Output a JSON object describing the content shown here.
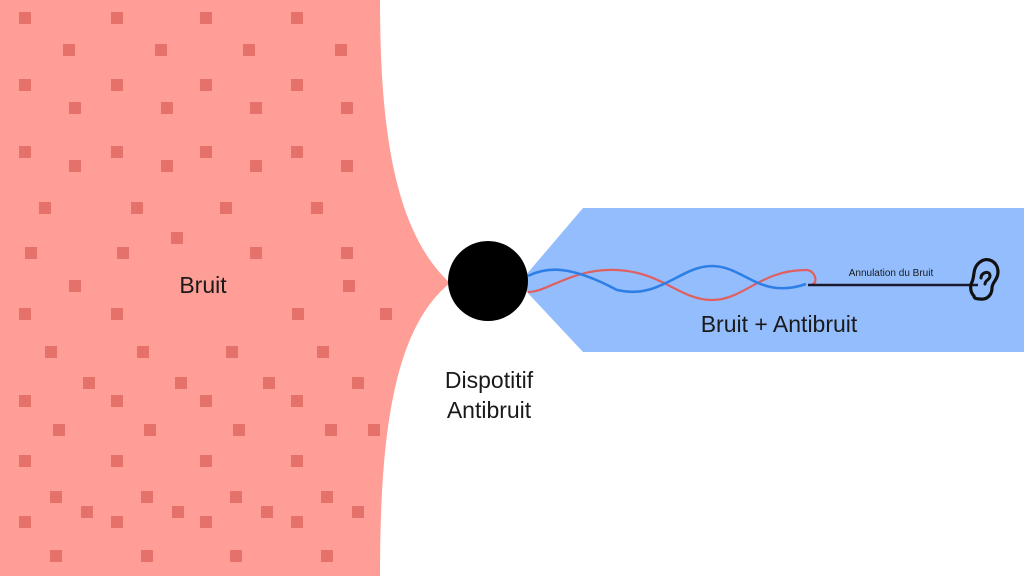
{
  "labels": {
    "noise": "Bruit",
    "device_line1": "Dispotitif",
    "device_line2": "Antibruit",
    "combined": "Bruit + Antibruit",
    "cancellation": "Annulation du Bruit"
  },
  "icons": {
    "ear": "ear-icon",
    "device": "antinoise-device"
  },
  "colors": {
    "noise_region": "#fe9e96",
    "noise_particles": "#e5726a",
    "combined_region": "#94bdfd",
    "noise_wave": "#e06060",
    "antinoise_wave": "#2e7fe5",
    "cancellation_line": "#1a1a2e",
    "device": "#000000"
  }
}
